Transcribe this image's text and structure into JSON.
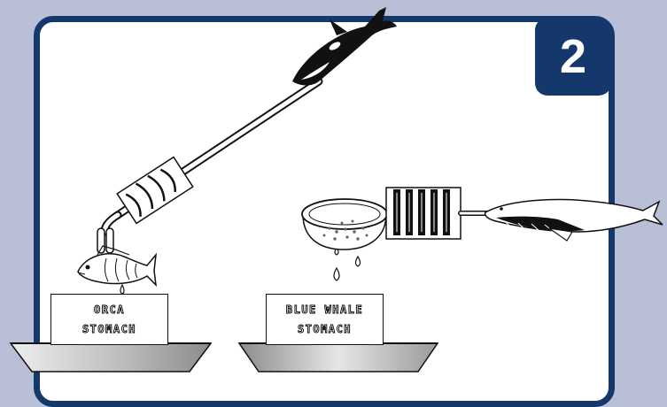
{
  "step": {
    "number": "2"
  },
  "stomachs": {
    "orca": {
      "line1": "ORCA",
      "line2": "STOMACH"
    },
    "blue_whale": {
      "line1": "BLUE WHALE",
      "line2": "STOMACH"
    }
  },
  "colors": {
    "frame": "#14386b",
    "background": "#b8bfd6",
    "panel": "#ffffff",
    "tray_light": "#efefef",
    "tray_dark": "#8c8c8c"
  },
  "icons": [
    "orca-icon",
    "fish-icon",
    "blue-whale-icon",
    "water-drop-icon",
    "strainer-icon",
    "baleen-comb-icon",
    "tongs-icon"
  ]
}
